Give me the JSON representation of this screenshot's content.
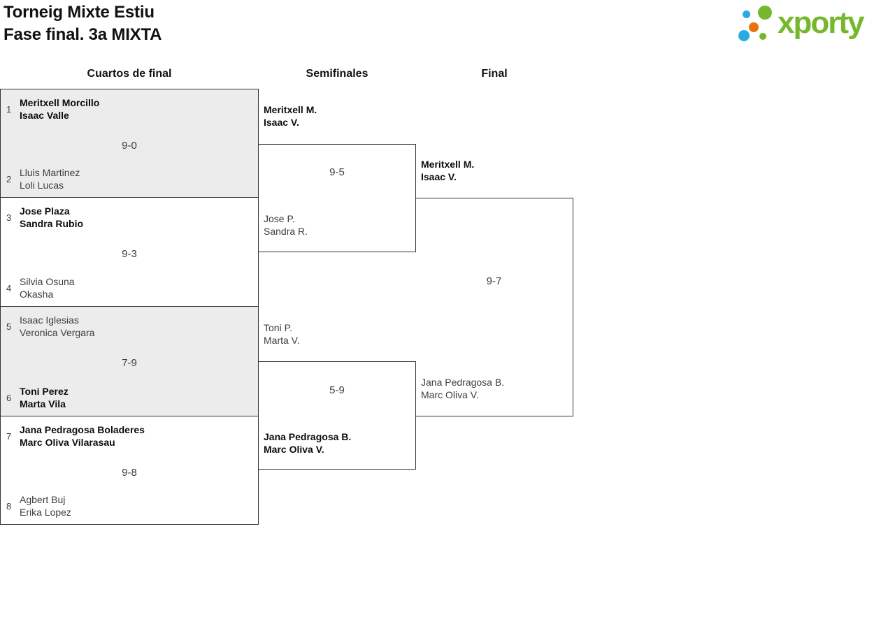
{
  "header": {
    "title_line1": "Torneig Mixte Estiu",
    "title_line2": "Fase final. 3a MIXTA"
  },
  "logo": {
    "text": "xporty"
  },
  "columns": {
    "quarterfinals_label": "Cuartos de final",
    "semifinals_label": "Semifinales",
    "final_label": "Final"
  },
  "colors": {
    "green": "#76b82d",
    "blue": "#29abe2",
    "orange": "#e8720c",
    "box_fill": "#ececec",
    "line": "#333333",
    "text_dark": "#111111",
    "text_gray": "#3d3d3d"
  },
  "bracket": {
    "quarterfinals": [
      {
        "seed_a": "1",
        "team_a_player1": "Meritxell Morcillo",
        "team_a_player2": "Isaac Valle",
        "team_a_winner": true,
        "score": "9-0",
        "seed_b": "2",
        "team_b_player1": "Lluis Martinez",
        "team_b_player2": "Loli Lucas",
        "team_b_winner": false
      },
      {
        "seed_a": "3",
        "team_a_player1": "Jose Plaza",
        "team_a_player2": "Sandra Rubio",
        "team_a_winner": true,
        "score": "9-3",
        "seed_b": "4",
        "team_b_player1": "Silvia Osuna",
        "team_b_player2": "Okasha",
        "team_b_winner": false
      },
      {
        "seed_a": "5",
        "team_a_player1": "Isaac Iglesias",
        "team_a_player2": "Veronica Vergara",
        "team_a_winner": false,
        "score": "7-9",
        "seed_b": "6",
        "team_b_player1": "Toni Perez",
        "team_b_player2": "Marta Vila",
        "team_b_winner": true
      },
      {
        "seed_a": "7",
        "team_a_player1": "Jana Pedragosa Boladeres",
        "team_a_player2": "Marc Oliva Vilarasau",
        "team_a_winner": true,
        "score": "9-8",
        "seed_b": "8",
        "team_b_player1": "Agbert Buj",
        "team_b_player2": "Erika Lopez",
        "team_b_winner": false
      }
    ],
    "semifinals": [
      {
        "team_a_player1": "Meritxell M.",
        "team_a_player2": "Isaac V.",
        "team_a_winner": true,
        "score": "9-5",
        "team_b_player1": "Jose P.",
        "team_b_player2": "Sandra R.",
        "team_b_winner": false
      },
      {
        "team_a_player1": "Toni P.",
        "team_a_player2": "Marta V.",
        "team_a_winner": false,
        "score": "5-9",
        "team_b_player1": "Jana Pedragosa B.",
        "team_b_player2": "Marc Oliva V.",
        "team_b_winner": true
      }
    ],
    "final": {
      "team_a_player1": "Meritxell M.",
      "team_a_player2": "Isaac V.",
      "team_a_winner": true,
      "score": "9-7",
      "team_b_player1": "Jana Pedragosa B.",
      "team_b_player2": "Marc Oliva V.",
      "team_b_winner": false
    }
  }
}
